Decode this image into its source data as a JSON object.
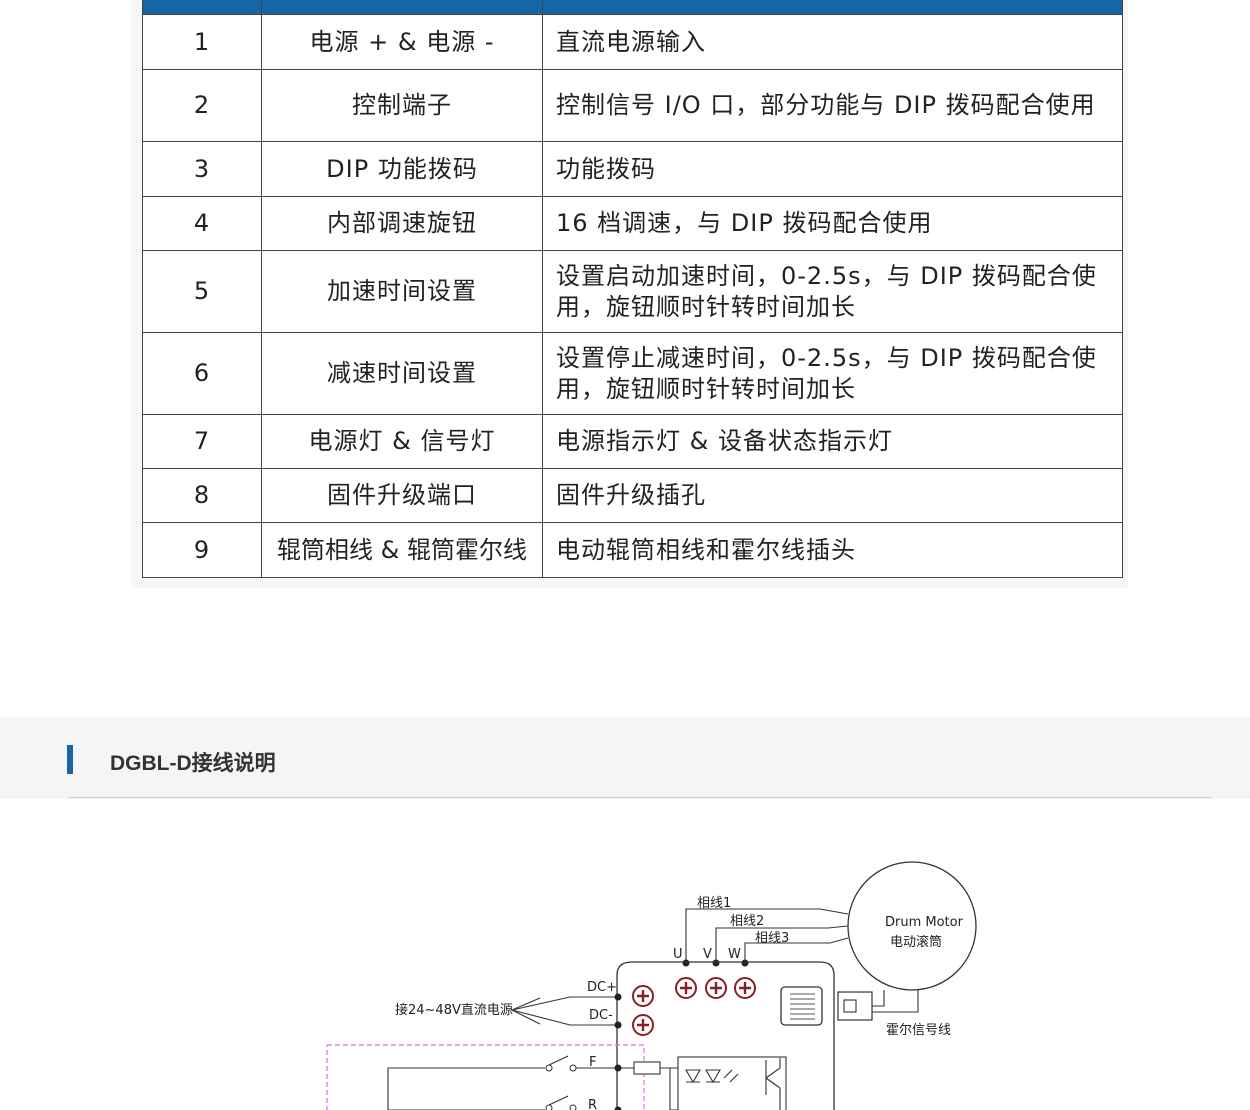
{
  "table": {
    "rows": [
      {
        "no": "1",
        "name": "电源 + & 电源 -",
        "desc": "直流电源输入"
      },
      {
        "no": "2",
        "name": "控制端子",
        "desc": "控制信号 I/O 口，部分功能与 DIP 拨码配合使用"
      },
      {
        "no": "3",
        "name": "DIP 功能拨码",
        "desc": "功能拨码"
      },
      {
        "no": "4",
        "name": "内部调速旋钮",
        "desc": "16 档调速，与 DIP 拨码配合使用"
      },
      {
        "no": "5",
        "name": "加速时间设置",
        "desc": "设置启动加速时间，0-2.5s，与 DIP 拨码配合使用，旋钮顺时针转时间加长"
      },
      {
        "no": "6",
        "name": "减速时间设置",
        "desc": "设置停止减速时间，0-2.5s，与 DIP 拨码配合使用，旋钮顺时针转时间加长"
      },
      {
        "no": "7",
        "name": "电源灯 & 信号灯",
        "desc": "电源指示灯 & 设备状态指示灯"
      },
      {
        "no": "8",
        "name": "固件升级端口",
        "desc": "固件升级插孔"
      },
      {
        "no": "9",
        "name": "辊筒相线 & 辊筒霍尔线",
        "desc": "电动辊筒相线和霍尔线插头"
      }
    ]
  },
  "section": {
    "title": "DGBL-D接线说明"
  },
  "diagram": {
    "phase1": "相线1",
    "phase2": "相线2",
    "phase3": "相线3",
    "u": "U",
    "v": "V",
    "w": "W",
    "motor_en": "Drum Motor",
    "motor_cn": "电动滚筒",
    "dc_plus": "DC+",
    "dc_minus": "DC-",
    "power_note": "接24~48V直流电源",
    "hall": "霍尔信号线",
    "f": "F",
    "r": "R"
  }
}
